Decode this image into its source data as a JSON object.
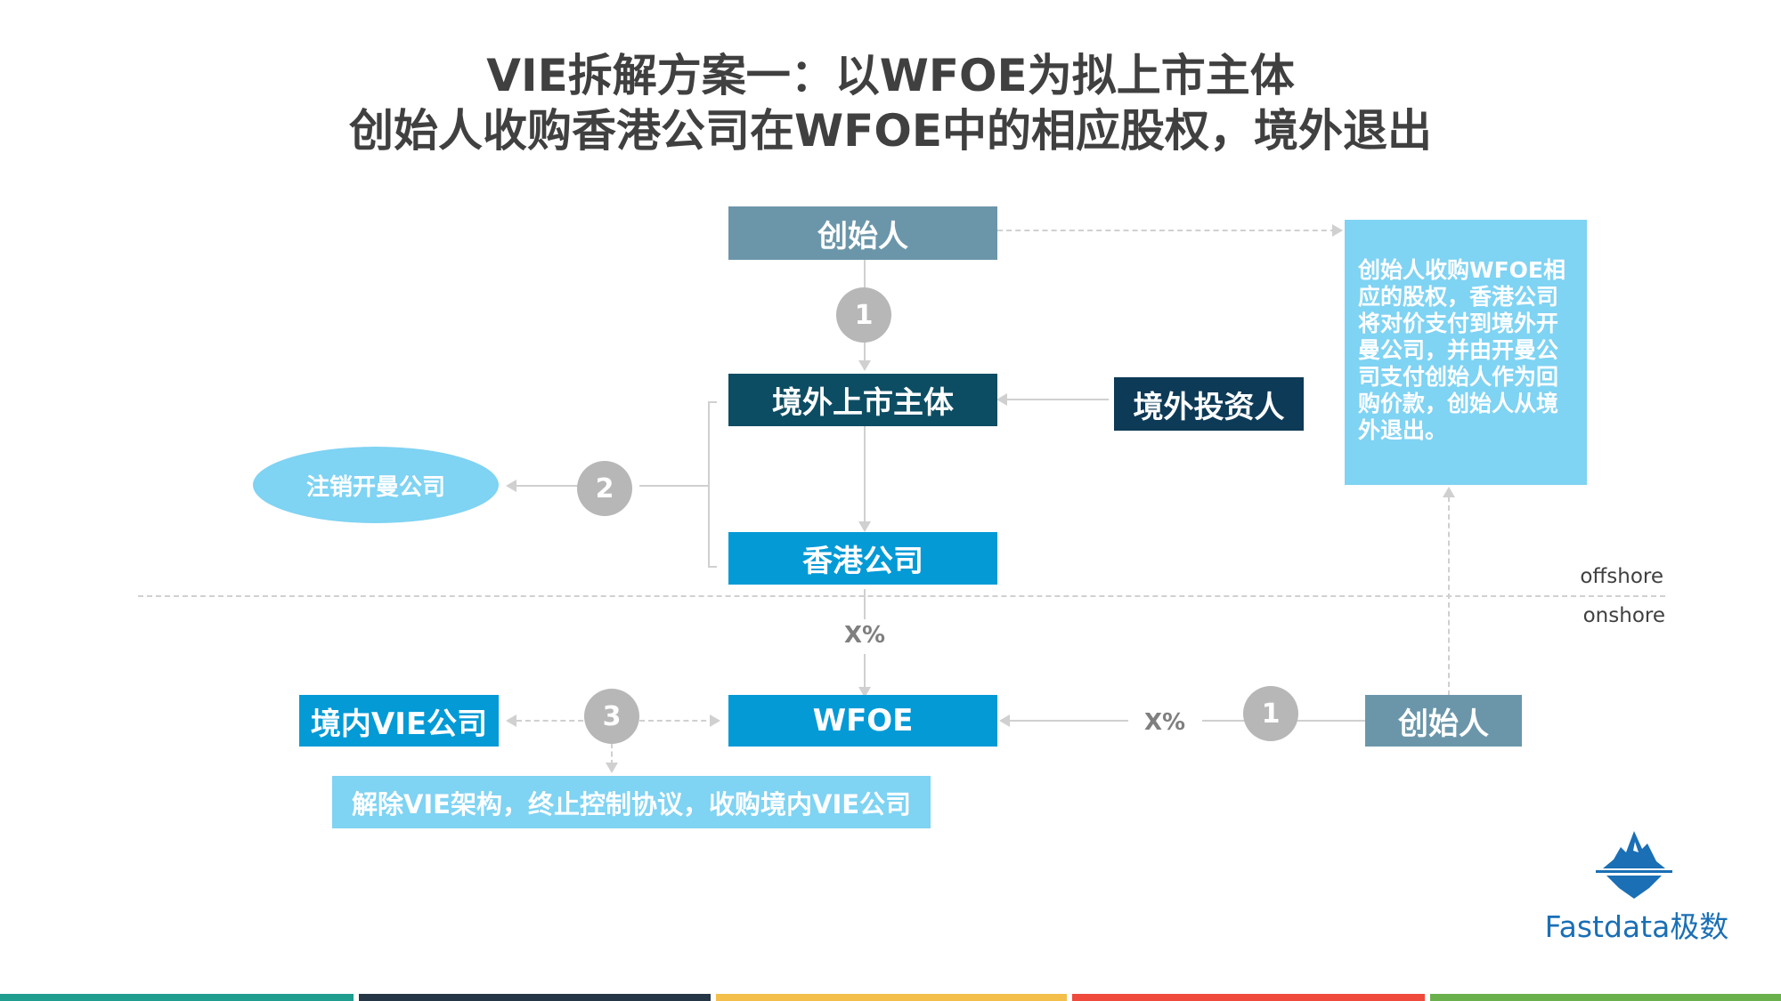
{
  "title": {
    "line1": "VIE拆解方案一：以WFOE为拟上市主体",
    "line2": "创始人收购香港公司在WFOE中的相应股权，境外退出"
  },
  "nodes": {
    "founder_top": "创始人",
    "offshore_entity": "境外上市主体",
    "offshore_investor": "境外投资人",
    "hk_company": "香港公司",
    "cayman_cancel": "注销开曼公司",
    "wfoe": "WFOE",
    "domestic_vie": "境内VIE公司",
    "founder_bottom": "创始人",
    "remove_vie": "解除VIE架构，终止控制协议，收购境内VIE公司"
  },
  "steps": {
    "step1_top": "1",
    "step2": "2",
    "step3": "3",
    "step1_bottom": "1"
  },
  "labels": {
    "x_pct_vertical": "X%",
    "x_pct_horizontal": "X%",
    "offshore": "offshore",
    "onshore": "onshore"
  },
  "note": "创始人收购WFOE相应的股权，香港公司将对价支付到境外开曼公司，并由开曼公司支付创始人作为回购价款，创始人从境外退出。",
  "logo": {
    "text": "Fastdata极数",
    "icon": "iceberg-icon"
  },
  "colors": {
    "founder": "#6b96aa",
    "offshore_entity": "#0d4d63",
    "investor": "#0d3a57",
    "hk": "#039ad6",
    "wfoe": "#039ad6",
    "domestic": "#039ad6",
    "light_blue": "#7fd3f3",
    "circle": "#b7b7b7",
    "bar_teal": "#1f9d8f",
    "bar_navy": "#253646",
    "bar_yellow": "#f3bf4a",
    "bar_red": "#ef4a3c",
    "bar_green": "#6ab04c"
  }
}
